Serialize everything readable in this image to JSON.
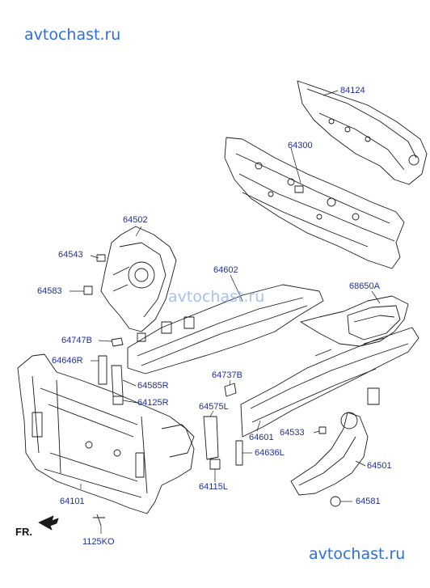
{
  "watermarks": {
    "top": "avtochast.ru",
    "middle": "avtochast.ru",
    "bottom": "avtochast.ru"
  },
  "direction_label": "FR.",
  "parts": [
    {
      "id": "84124"
    },
    {
      "id": "64300"
    },
    {
      "id": "64502"
    },
    {
      "id": "64543"
    },
    {
      "id": "64583"
    },
    {
      "id": "64602"
    },
    {
      "id": "68650A"
    },
    {
      "id": "64747B"
    },
    {
      "id": "64646R"
    },
    {
      "id": "64585R"
    },
    {
      "id": "64125R"
    },
    {
      "id": "64737B"
    },
    {
      "id": "64575L"
    },
    {
      "id": "64601"
    },
    {
      "id": "64533"
    },
    {
      "id": "64636L"
    },
    {
      "id": "64501"
    },
    {
      "id": "64101"
    },
    {
      "id": "64115L"
    },
    {
      "id": "64581"
    },
    {
      "id": "1125KO"
    }
  ],
  "colors": {
    "label": "#1f2fa0",
    "watermark": "#2a6fe0",
    "line": "#1a1a1a"
  }
}
